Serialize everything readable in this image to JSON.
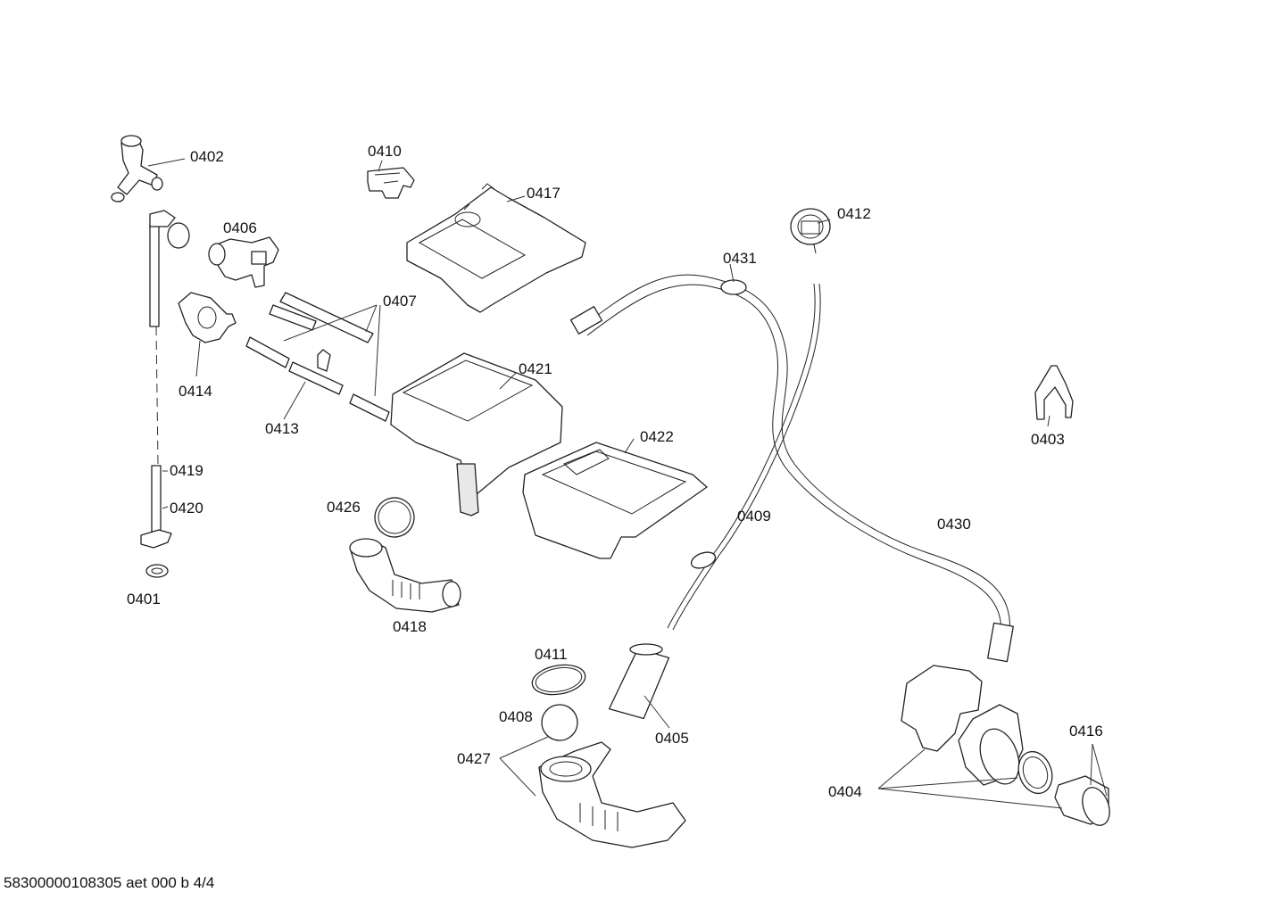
{
  "footer": "58300000108305 aet 000 b 4/4",
  "labels": {
    "p0402": "0402",
    "p0410": "0410",
    "p0417": "0417",
    "p0406": "0406",
    "p0412": "0412",
    "p0431": "0431",
    "p0407": "0407",
    "p0414": "0414",
    "p0421": "0421",
    "p0403": "0403",
    "p0413": "0413",
    "p0422": "0422",
    "p0419": "0419",
    "p0420": "0420",
    "p0426": "0426",
    "p0409": "0409",
    "p0430": "0430",
    "p0401": "0401",
    "p0418": "0418",
    "p0411": "0411",
    "p0408": "0408",
    "p0405": "0405",
    "p0416": "0416",
    "p0427": "0427",
    "p0404": "0404"
  }
}
